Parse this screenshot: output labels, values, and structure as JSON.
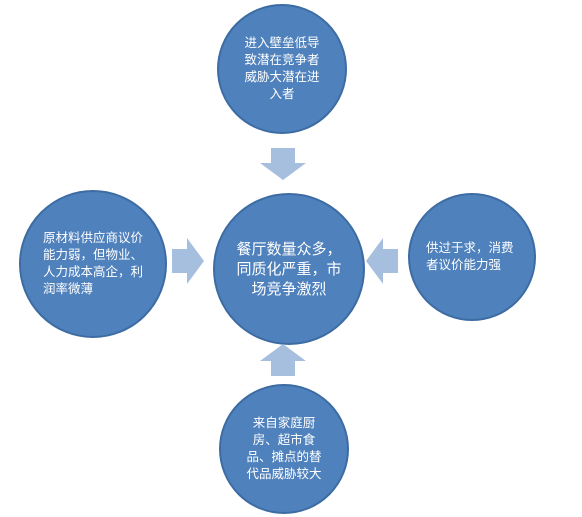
{
  "diagram": {
    "center": "餐厅数量众多，同质化严重，市场竞争激烈",
    "top": "进入壁垒低导致潜在竞争者威胁大潜在进入者",
    "left": "原材料供应商议价能力弱，但物业、人力成本高企，利润率微薄",
    "right": "供过于求，消费者议价能力强",
    "bottom": "来自家庭厨房、超市食品、摊点的替代品威胁较大"
  },
  "colors": {
    "circle_fill": "#4f81bd",
    "arrow_fill": "#a7bfde"
  }
}
